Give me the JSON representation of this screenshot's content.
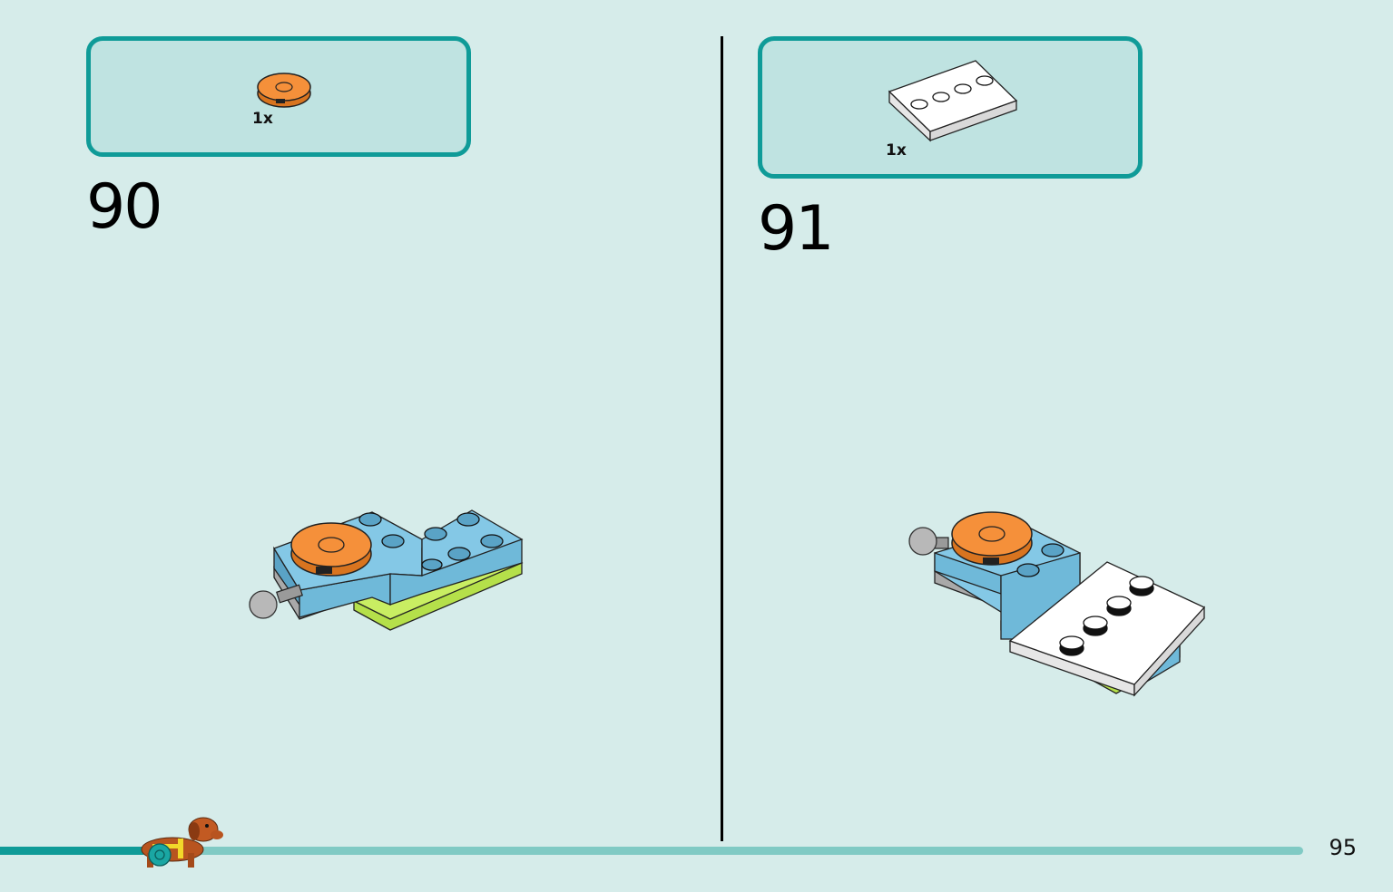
{
  "steps": [
    {
      "number": "90",
      "part_quantity": "1x",
      "part": "orange-round-tile-icon"
    },
    {
      "number": "91",
      "part_quantity": "1x",
      "part": "white-plate-icon"
    }
  ],
  "footer": {
    "page_number": "95",
    "progress": 0.11,
    "mascot": "dog-mascot-icon"
  },
  "colors": {
    "background": "#d6ecea",
    "box_border": "#0f9b98",
    "box_fill": "#bfe3e1",
    "progress_fill": "#0f9b98",
    "progress_track": "#80cac4",
    "brick_blue": "#6fb9d9",
    "brick_orange": "#f5903a",
    "brick_green": "#b5e04a"
  }
}
